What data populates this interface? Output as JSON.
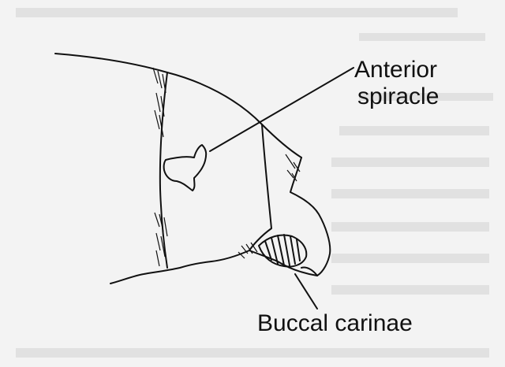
{
  "labels": {
    "anterior_line1": "Anterior",
    "anterior_line2": "spiracle",
    "buccal": "Buccal carinae"
  },
  "colors": {
    "ink": "#111111",
    "paper": "#f3f3f3",
    "bleed": "#dcdcdc"
  }
}
